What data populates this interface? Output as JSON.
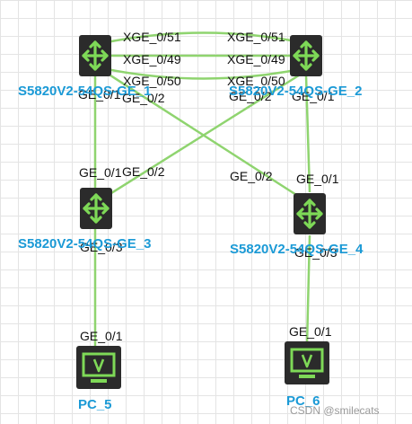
{
  "colors": {
    "link": "#8fd46f",
    "device_bg": "#2b2b2b",
    "device_icon": "#7ed957",
    "label": "#1b9ad6"
  },
  "devices": {
    "sw1": {
      "name": "S5820V2-54QS-GE_1",
      "icon": "router-icon"
    },
    "sw2": {
      "name": "S5820V2-54QS-GE_2",
      "icon": "router-icon"
    },
    "sw3": {
      "name": "S5820V2-54QS-GE_3",
      "icon": "router-icon"
    },
    "sw4": {
      "name": "S5820V2-54QS-GE_4",
      "icon": "router-icon"
    },
    "pc5": {
      "name": "PC_5",
      "icon": "pc-monitor-icon"
    },
    "pc6": {
      "name": "PC_6",
      "icon": "pc-monitor-icon"
    }
  },
  "ports": {
    "sw1_xge051": "XGE_0/51",
    "sw1_xge049": "XGE_0/49",
    "sw1_xge050": "XGE_0/50",
    "sw2_xge051": "XGE_0/51",
    "sw2_xge049": "XGE_0/49",
    "sw2_xge050": "XGE_0/50",
    "sw1_ge01": "GE_0/1",
    "sw1_ge02": "GE_0/2",
    "sw2_ge02": "GE_0/2",
    "sw2_ge01": "GE_0/1",
    "sw3_ge01": "GE_0/1",
    "sw3_ge02": "GE_0/2",
    "sw3_ge03": "GE_0/3",
    "sw4_ge02": "GE_0/2",
    "sw4_ge01": "GE_0/1",
    "sw4_ge03": "GE_0/3",
    "pc5_ge01": "GE_0/1",
    "pc6_ge01": "GE_0/1"
  },
  "watermark": "CSDN @smilecats"
}
